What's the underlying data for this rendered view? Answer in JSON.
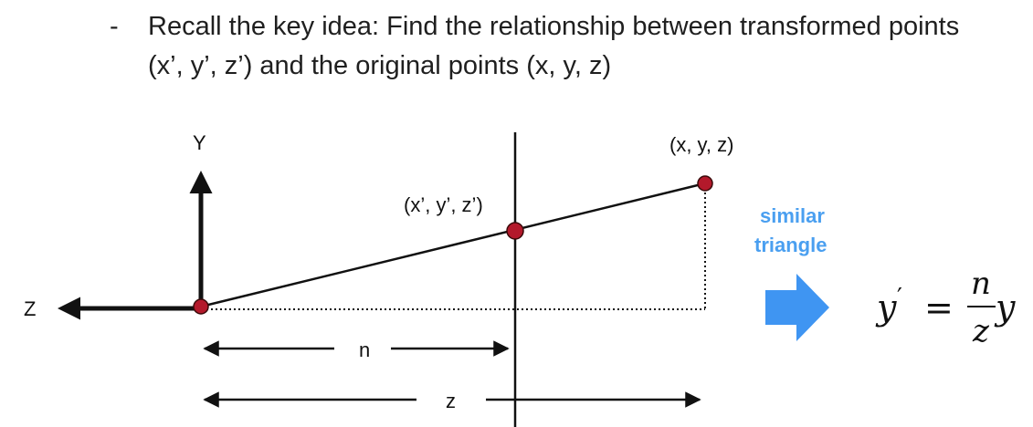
{
  "bullet": {
    "dash": "-",
    "text": "Recall the key idea: Find the relationship between transformed points (x’, y’, z’) and the original points (x, y, z)"
  },
  "diagram": {
    "y_axis_label": "Y",
    "z_axis_label": "Z",
    "projected_point_label": "(x’, y’, z’)",
    "original_point_label": "(x, y, z)",
    "near_distance_label": "n",
    "depth_distance_label": "z",
    "annotation_line1": "similar",
    "annotation_line2": "triangle",
    "annotation_color": "#4a9ff0",
    "arrow_color": "#3f95f2",
    "point_color": "#b3192b"
  },
  "formula": {
    "lhs": "y",
    "prime": "′",
    "equals": "=",
    "numerator": "n",
    "denominator": "z",
    "trailing": "y"
  }
}
